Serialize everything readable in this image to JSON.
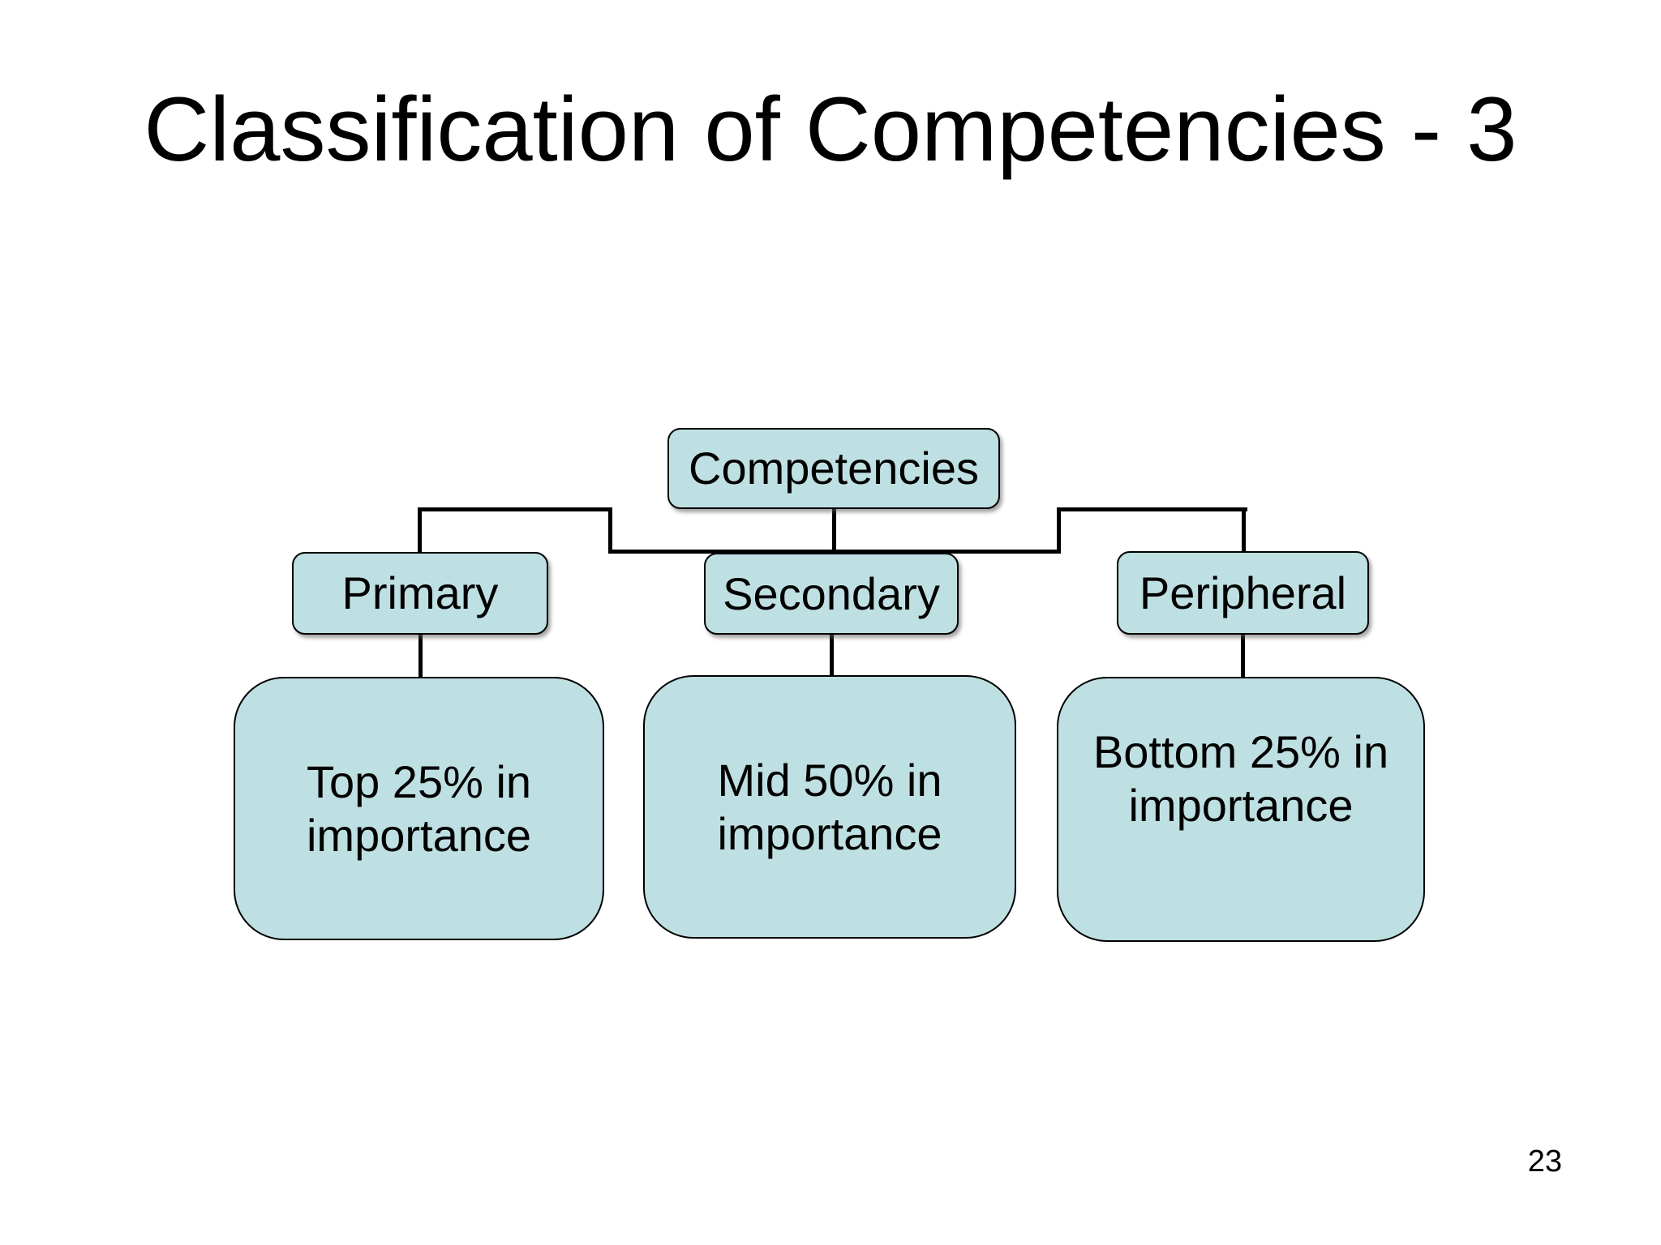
{
  "slide": {
    "title": "Classification of Competencies - 3",
    "page_number": "23",
    "colors": {
      "background": "#ffffff",
      "box_fill": "#bfe0e2",
      "box_border": "#000000",
      "connector": "#000000",
      "text": "#000000"
    },
    "diagram": {
      "root": {
        "label": "Competencies"
      },
      "children": [
        {
          "label": "Primary",
          "description": "Top 25% in importance"
        },
        {
          "label": "Secondary",
          "description": "Mid 50% in importance"
        },
        {
          "label": "Peripheral",
          "description": "Bottom 25% in importance"
        }
      ]
    }
  }
}
